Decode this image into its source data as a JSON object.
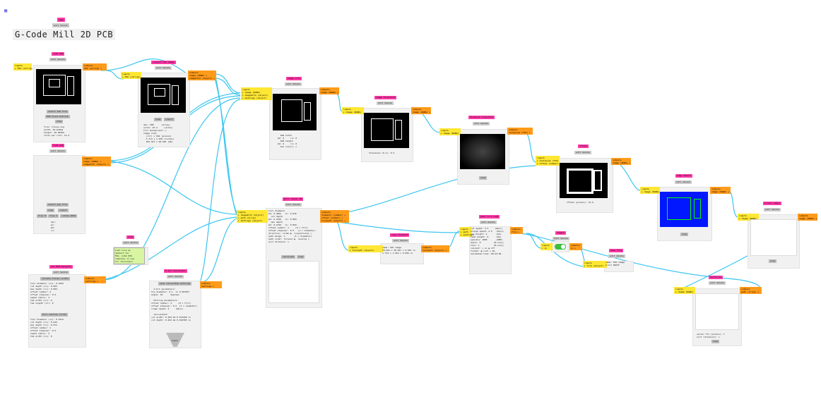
{
  "page": {
    "corner_icon": "grid-icon",
    "header_label": "page",
    "header_btns": "edit delete",
    "title": "G-Code Mill 2D PCB"
  },
  "read_svg": {
    "label": "read SVG",
    "btns": "edit delete",
    "inputs": "inputs\n▸ SVG (string)",
    "outputs": "outputs\nSVG (string) ▸",
    "btn1": "select SVG file",
    "btn2": "PCB.Trace-Outline",
    "btn3": "view",
    "info": "file: traces.svg\nwidth: 20.879mm\nheight: 20.003mm\nunits per inch: 15.4"
  },
  "convert_svg": {
    "label": "convert SVG image",
    "btns": "edit delete",
    "inputs": "inputs\n▸ SVG (string)",
    "outputs": "outputs\nimage (RGBA) ▸\nimageInfo (object) ▸",
    "btn1": "view",
    "btn2": "invert",
    "info": "dpi: 500      (array)\nunits: 25.4     (units)\nfill background: □\nimage size:\n  (ctr) x 962 (pixels)\n  3.714 x 1.910 (inches)\n  105.913 x 48.501 (mm)"
  },
  "read_png": {
    "label": "read png",
    "btns": "edit delete",
    "outputs": "outputs\nimage (RGBA) ▸\nimageInfo (object) ▸",
    "btn1": "select png file",
    "btn2": "view",
    "btn3": "invert",
    "btn4": "flip H",
    "btn5": "flip V",
    "btn6": "rotate 90CW",
    "info": "dpi:\npx:\nmm:\nin:"
  },
  "image_info": {
    "label": "image info",
    "btns": "edit delete",
    "inputs": "inputs\n▸ image (RGBA)\n▸ imageInfo (object)\n▸ settings (object)",
    "outputs": "outputs\nimage (RGBA) ▸",
    "info": "  IGB width\nmm: 0     in: 0\n  IGB length\nmm: 0     in: 0\n  hub colors: ☑"
  },
  "threshold": {
    "label": "image threshold",
    "btns": "edit delete",
    "inputs": "inputs\n▸ image (RGBA)",
    "outputs": "outputs\nimage (RGBA) ▸",
    "info": "threshold (0-1): 0.5"
  },
  "distance": {
    "label": "distance transform",
    "btns": "edit delete",
    "inputs": "inputs\n▸ image (RGBA)",
    "outputs": "outputs\ndistances (F32) ▸",
    "btn": "view"
  },
  "offset": {
    "label": "offset",
    "btns": "edit delete",
    "inputs": "inputs\n▸ distances (F32)\n▸ offset (number)",
    "outputs": "outputs\nimage (RGBA) ▸",
    "info": "offset (pixels): 21.6"
  },
  "edge_detect": {
    "label": "edge detect",
    "btns": "edit delete",
    "inputs": "inputs\n▸ image (RGBA)",
    "outputs": "outputs\nimage (RGBA) ▸"
  },
  "orient_edges": {
    "label": "orient edges",
    "btns": "edit delete",
    "inputs": "inputs\n▸ image (RGBA)",
    "outputs": "outputs\nimage (RGBA) ▸"
  },
  "mill_raster": {
    "label": "mill raster 2D",
    "btns": "edit delete",
    "inputs": "inputs\n▸ imageInfo (object)\n▸ path (array)\n▸ settings (object)",
    "outputs": "outputs\ndiameter (number) ▸\noffset (number) ▸\ntoolpath (object) ▸",
    "info": "tool diameter\nmm: 0.4064   in: 0.016\n  cut depth\nmm: 0.1016   in: 0.004\n  max depth\nmm: 0.1016   in: 0.004\noffset number: 1     (0 = fill)\noffset stepover: 0.5   (1 = diameter)\ndirection: climb ◉  conventional ○\npath merge: 1       (1 = diameter)\npath order: forward ◉  reverse ○\nsort distance: ☑",
    "btn1": "calculate",
    "btn2": "view"
  },
  "view_toolpath": {
    "label": "view toolpath",
    "btns": "edit delete",
    "inputs": "inputs\n▸ toolpath (object)",
    "outputs": "outputs\ntoolpath (object) ▸",
    "info": "name: SVG image\n78.662 x 20.047 x 0.097 in\n1.734 x 1.910 x 0.004 in"
  },
  "path_to_gcode": {
    "label": "path to G-code",
    "btns": "edit delete",
    "inputs": "inputs\n▸ path\n▸ settings",
    "outputs": "outputs\nfile ▸",
    "info": "cut speed: 2.5     (mm/s)\nplunge speed: 2.5   (mm/s)\njog height: 2       (mm)\nfeed height: 0      (mm)\nspindle: 1000       (RPM)\ndwell: 0          (M-only)\ntool: 1           (M-only)\ncoolant: ○ on ◉ off\nformat: ◉ inch ○ mm\nestimated time: 00:23:09"
  },
  "toggle": {
    "label": "toggle",
    "btns": "edit delete",
    "inputs": "inputs\n▸ on",
    "outputs": "outputs\non ▸"
  },
  "save_file": {
    "label": "save file",
    "btns": "edit delete",
    "inputs": "inputs\n▸ file (object)",
    "info": "name: SVG image\nprint PNATT"
  },
  "vectorize": {
    "label": "vectorize",
    "btns": "edit delete",
    "inputs": "inputs\n▸ image (RGBA)",
    "outputs": "outputs\npath (array) ▸",
    "info": "vector fit (pixels): 1\nsort (distance): ☑",
    "btn": "view"
  },
  "note": {
    "label": "note",
    "btns": "edit delete",
    "text": "Last line as\ndefault for\nFR1, 1/64 PCB\nchannels in one\nfor calculator"
  },
  "mill_defaults": {
    "label": "set PCB defaults",
    "btns": "edit delete",
    "outputs": "outputs\nsettings ▸",
    "btn1": "isolate traces (1/64)",
    "btn2": "mill outline (1/32)",
    "info1": "tool diameter (in): 0.0156\ncut depth (in): 0.004\nmax depth (in): 0.004\noffset number: 4\noffset stepover: 0.5\nspeed (mm/s): 4\ntab width (in): 0\ntab length (in): 0",
    "info2": "tool diameter (in): 0.0312\ncut depth (in): 0.024\nmax depth (in): 0.072\noffset number: 1\noffset stepover: 0.5\nspeed (mm/s): 4\ntab width (in): 0"
  },
  "vbit": {
    "label": "V-bit calculator",
    "btns": "edit delete",
    "outputs": "outputs\nsettings ▸",
    "btn": "send calculated settings",
    "info": "  V-bit parameters:\ntip diameter: 0.1  in 0.003937\nangle: 30      degrees\n\n  Milling parameters:\noffset number: 4     (0 = fill)\noffset stepover: 0.5  (1 = diameter)\nrough speed: 4     (mm/s)\n\n  Calculated:\ncut width: 0.304 mm 0.011969 in\ncut depth: 0.262 mm 0.010305 in",
    "graphic_label": "angle"
  }
}
